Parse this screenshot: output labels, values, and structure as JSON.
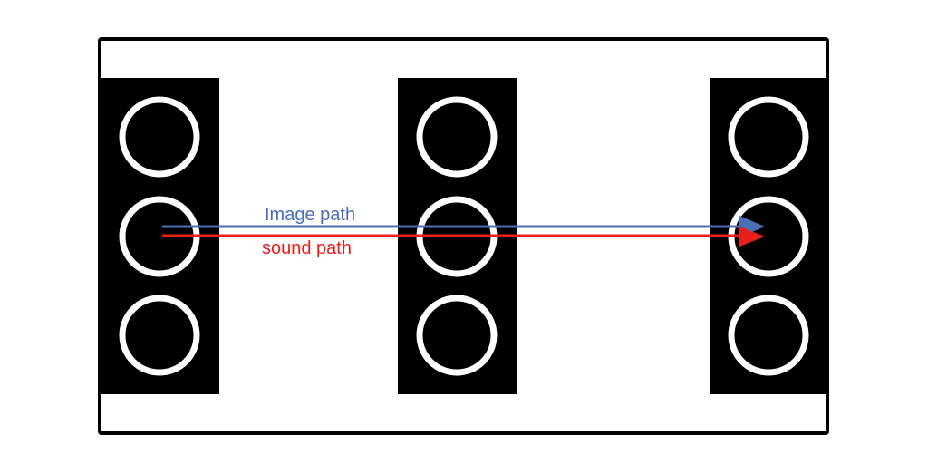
{
  "diagram": {
    "labels": {
      "image_path": "Image path",
      "sound_path": "sound path"
    },
    "colors": {
      "background": "#ffffff",
      "frame_stroke": "#000000",
      "panel_fill": "#000000",
      "ring_stroke": "#ffffff",
      "image_path": "#4a6fb5",
      "sound_path": "#e8201c"
    },
    "panels": [
      {
        "name": "left",
        "rings": 3
      },
      {
        "name": "middle",
        "rings": 3
      },
      {
        "name": "right",
        "rings": 3
      }
    ]
  }
}
